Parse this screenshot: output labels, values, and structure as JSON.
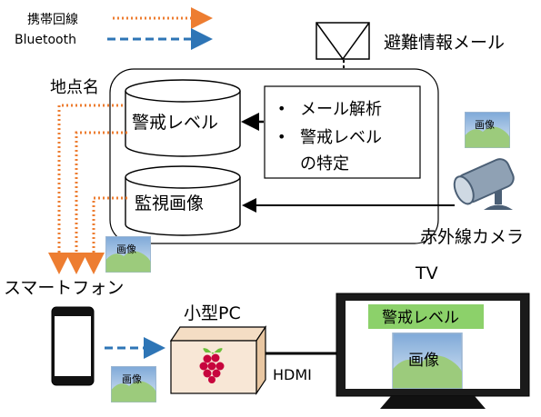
{
  "legend": {
    "carrier": {
      "label": "携帯回線",
      "color": "#ED7D31"
    },
    "bluetooth": {
      "label": "Bluetooth",
      "color": "#2E75B6"
    }
  },
  "email": {
    "label": "避難情報メール"
  },
  "server": {
    "location_label": "地点名",
    "db_alert": "警戒レベル",
    "db_monitor": "監視画像",
    "process_items": [
      "メール解析",
      "警戒レベル",
      "の特定"
    ]
  },
  "camera": {
    "label": "赤外線カメラ"
  },
  "smartphone": {
    "label": "スマートフォン"
  },
  "pc": {
    "label": "小型PC",
    "link_label": "HDMI"
  },
  "tv": {
    "label": "TV",
    "alert_banner": "警戒レベル",
    "image_label": "画像",
    "banner_color": "#8CD16A"
  },
  "thumbnails": {
    "label": "画像"
  }
}
